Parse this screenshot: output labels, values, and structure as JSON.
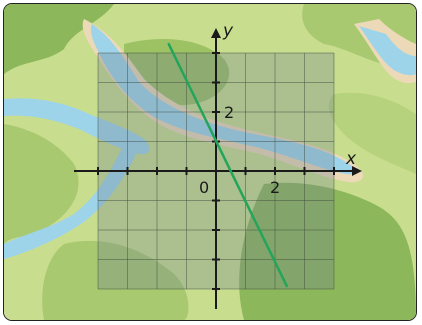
{
  "figure": {
    "background": "map",
    "colors": {
      "land_light": "#c9dd8f",
      "land_mid": "#a8c96f",
      "land_dark": "#8db75b",
      "sand": "#ecd9b8",
      "water": "#9ed4ea",
      "grid_overlay": "#6f7f8f",
      "grid_line": "#3a4a3a",
      "line": "#23a55a",
      "axis": "#1a1a1a"
    }
  },
  "chart_data": {
    "type": "line",
    "xlabel": "x",
    "ylabel": "y",
    "xlim": [
      -4,
      4
    ],
    "ylim": [
      -4,
      4
    ],
    "x_tick_labels": [
      {
        "value": 0,
        "text": "0"
      },
      {
        "value": 2,
        "text": "2"
      }
    ],
    "y_tick_labels": [
      {
        "value": 2,
        "text": "2"
      }
    ],
    "grid": true,
    "grid_extent": {
      "x": [
        -4,
        4
      ],
      "y": [
        -4,
        4
      ]
    },
    "series": [
      {
        "x": [
          -1.6,
          2.4
        ],
        "y": [
          4.3,
          -3.9
        ]
      }
    ]
  }
}
